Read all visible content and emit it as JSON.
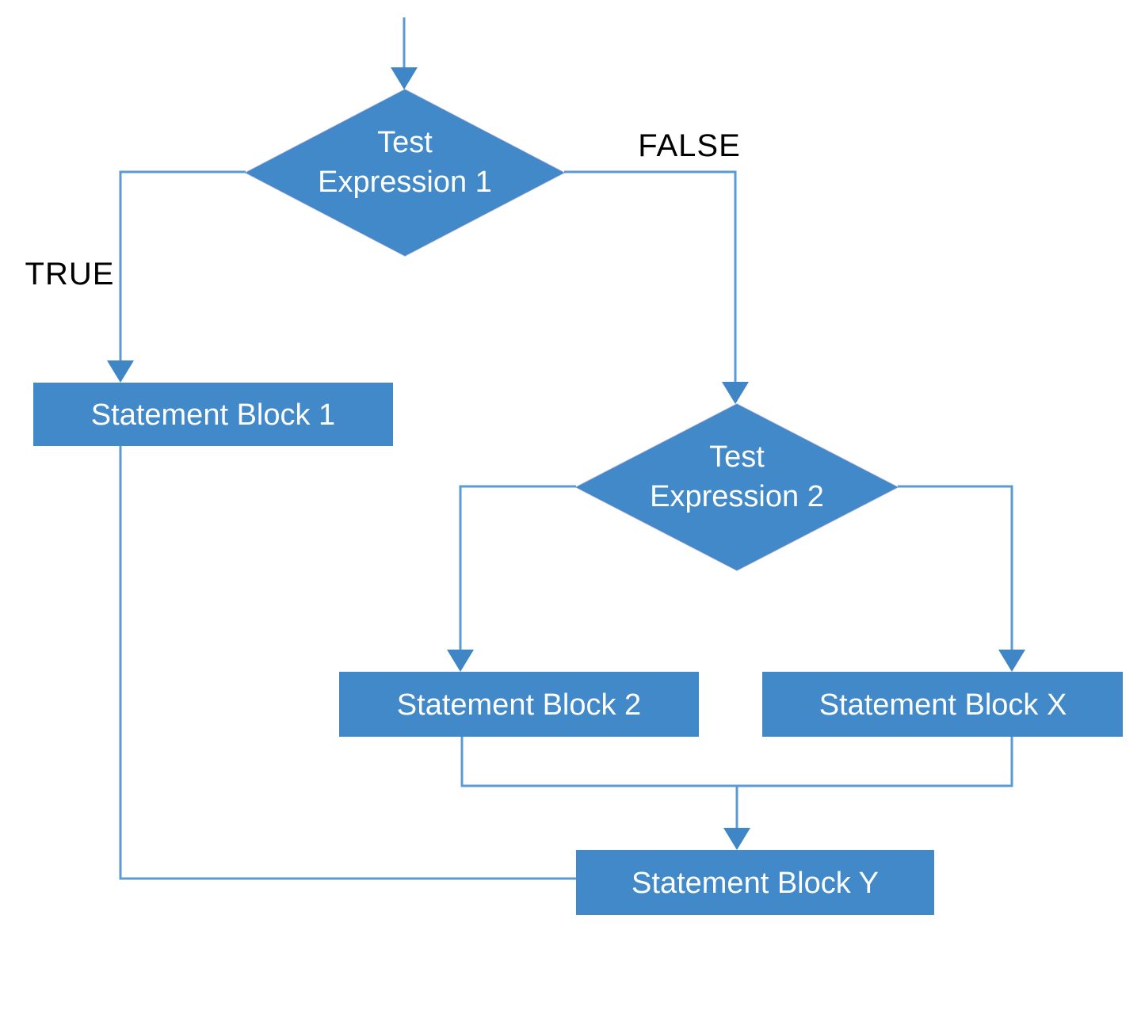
{
  "nodes": {
    "decision1": {
      "line1": "Test",
      "line2": "Expression 1"
    },
    "decision2": {
      "line1": "Test",
      "line2": "Expression 2"
    },
    "block1": {
      "label": "Statement Block 1"
    },
    "block2": {
      "label": "Statement Block 2"
    },
    "blockX": {
      "label": "Statement Block X"
    },
    "blockY": {
      "label": "Statement Block Y"
    }
  },
  "edge_labels": {
    "true": "TRUE",
    "false": "FALSE"
  },
  "colors": {
    "shape_fill": "#4189c8",
    "shape_stroke": "#5f7ec7",
    "connector": "#5b9bd5",
    "arrowhead": "#3f86c6",
    "shape_text": "#ffffff",
    "edge_label_text": "#000000",
    "background": "#ffffff"
  }
}
